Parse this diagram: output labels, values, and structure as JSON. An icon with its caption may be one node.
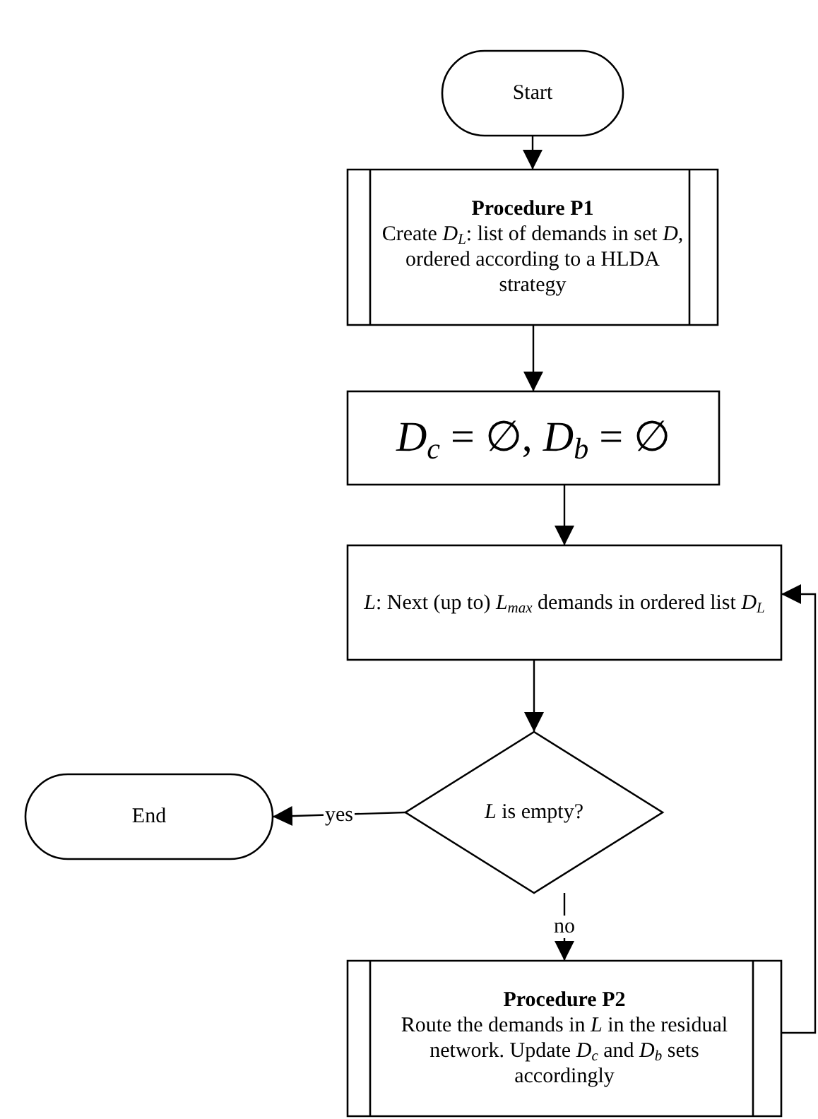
{
  "diagram": {
    "nodes": [
      {
        "text": [
          "Start"
        ]
      },
      {
        "text": [
          "Procedure P1",
          "Create *D*$_{L}$: list of demands in set *D,* ordered according to a HLDA strategy"
        ]
      },
      {
        "text": [
          "*D*$_{c}$ = ∅, *D*$_{b}$ = ∅"
        ]
      },
      {
        "text": [
          "*L*: Next (up to) *L*$_{max}$ demands in ordered list *D*$_{L}$"
        ]
      },
      {
        "text": [
          "*L* is empty?"
        ]
      },
      {
        "text": [
          "End"
        ]
      },
      {
        "text": [
          "Procedure P2",
          "Route the demands in *L* in the residual network. Update *D*$_{c}$ and *D*$_{b}$ sets accordingly"
        ]
      }
    ],
    "edges": [
      {
        "from": 0,
        "to": 1,
        "arrow": "to"
      },
      {
        "from": 1,
        "to": 2,
        "arrow": "to"
      },
      {
        "from": 2,
        "to": 3,
        "arrow": "to"
      },
      {
        "from": 3,
        "to": 4,
        "arrow": "to"
      },
      {
        "from": 4,
        "to": 5,
        "label": "yes",
        "arrow": "to"
      },
      {
        "from": 4,
        "to": 6,
        "label": "no",
        "arrow": "to"
      },
      {
        "from": 6,
        "to": 3,
        "arrow": "to"
      }
    ]
  }
}
